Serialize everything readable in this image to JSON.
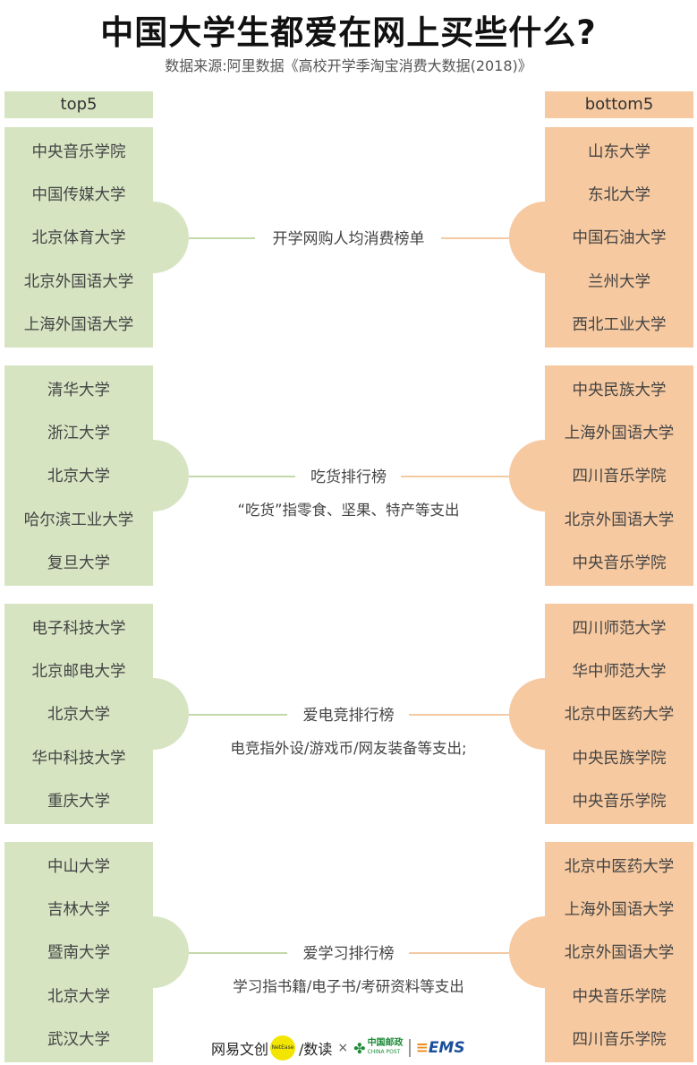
{
  "title": "中国大学生都爱在网上买些什么?",
  "subtitle": "数据来源:阿里数据《高校开学季淘宝消费大数据(2018)》",
  "headers": {
    "left": "top5",
    "right": "bottom5"
  },
  "colors": {
    "green": "#d6e4c2",
    "orange": "#f6c9a0"
  },
  "sections": [
    {
      "label": "开学网购人均消费榜单",
      "note": "",
      "top": [
        "中央音乐学院",
        "中国传媒大学",
        "北京体育大学",
        "北京外国语大学",
        "上海外国语大学"
      ],
      "bottom": [
        "山东大学",
        "东北大学",
        "中国石油大学",
        "兰州大学",
        "西北工业大学"
      ]
    },
    {
      "label": "吃货排行榜",
      "note": "“吃货”指零食、坚果、特产等支出",
      "top": [
        "清华大学",
        "浙江大学",
        "北京大学",
        "哈尔滨工业大学",
        "复旦大学"
      ],
      "bottom": [
        "中央民族大学",
        "上海外国语大学",
        "四川音乐学院",
        "北京外国语大学",
        "中央音乐学院"
      ]
    },
    {
      "label": "爱电竞排行榜",
      "note": "电竞指外设/游戏币/网友装备等支出;",
      "top": [
        "电子科技大学",
        "北京邮电大学",
        "北京大学",
        "华中科技大学",
        "重庆大学"
      ],
      "bottom": [
        "四川师范大学",
        "华中师范大学",
        "北京中医药大学",
        "中央民族学院",
        "中央音乐学院"
      ]
    },
    {
      "label": "爱学习排行榜",
      "note": "学习指书籍/电子书/考研资料等支出",
      "top": [
        "中山大学",
        "吉林大学",
        "暨南大学",
        "北京大学",
        "武汉大学"
      ],
      "bottom": [
        "北京中医药大学",
        "上海外国语大学",
        "北京外国语大学",
        "中央音乐学院",
        "四川音乐学院"
      ]
    }
  ],
  "footer": {
    "netease": "网易文创",
    "badge": "NetEase",
    "shudu": "/数读",
    "times": "×",
    "post_cn": "中国邮政",
    "post_en": "CHINA POST",
    "ems": "EMS"
  }
}
